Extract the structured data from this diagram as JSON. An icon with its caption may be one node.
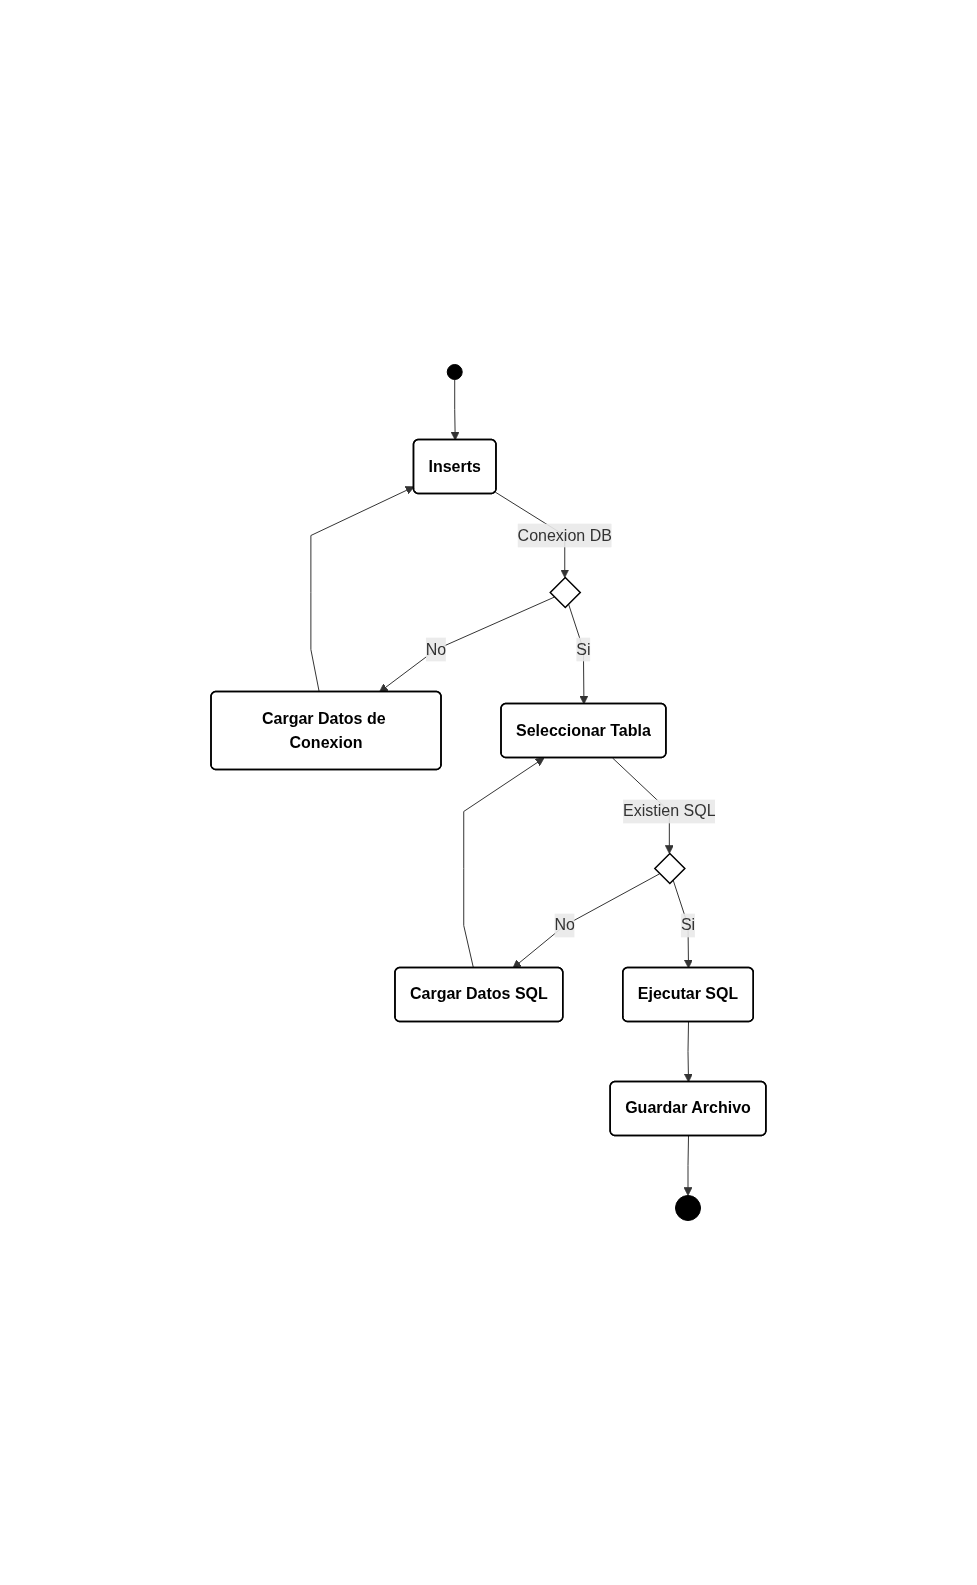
{
  "diagram": {
    "nodes": [
      {
        "text": [],
        "shape": "circle"
      },
      {
        "text": [
          "Inserts"
        ]
      },
      {
        "text": [],
        "shape": "diamond"
      },
      {
        "text": [
          "Cargar Datos de Conexion"
        ]
      },
      {
        "text": [
          "Seleccionar Tabla"
        ]
      },
      {
        "text": [],
        "shape": "diamond"
      },
      {
        "text": [
          "Cargar Datos SQL"
        ]
      },
      {
        "text": [
          "Ejecutar SQL"
        ]
      },
      {
        "text": [
          "Guardar Archivo"
        ]
      },
      {
        "text": [],
        "shape": "circle"
      }
    ],
    "edges": [
      {
        "from": 0,
        "to": 1,
        "arrow": "to"
      },
      {
        "from": 1,
        "to": 2,
        "arrow": "to",
        "label": "Conexion DB"
      },
      {
        "from": 2,
        "to": 3,
        "arrow": "to",
        "label": "No"
      },
      {
        "from": 3,
        "to": 1,
        "arrow": "to"
      },
      {
        "from": 2,
        "to": 4,
        "arrow": "to",
        "label": "Si"
      },
      {
        "from": 4,
        "to": 5,
        "arrow": "to",
        "label": "Existien SQL"
      },
      {
        "from": 5,
        "to": 6,
        "arrow": "to",
        "label": "No"
      },
      {
        "from": 6,
        "to": 4,
        "arrow": "to"
      },
      {
        "from": 5,
        "to": 7,
        "arrow": "to",
        "label": "Si"
      },
      {
        "from": 7,
        "to": 8,
        "arrow": "to"
      },
      {
        "from": 8,
        "to": 9,
        "arrow": "to"
      }
    ]
  }
}
